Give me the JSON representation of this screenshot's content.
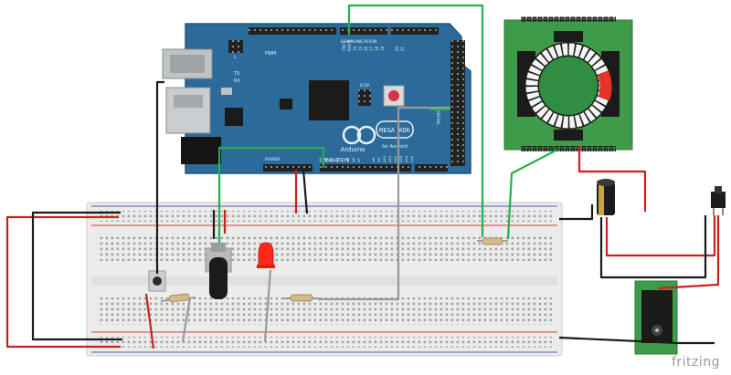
{
  "board": {
    "name": "MEGA ADK",
    "subtitle": "for Android",
    "brand": "Arduino",
    "header_left_label": "PWM",
    "header_top_label": "COMMUNICATION",
    "header_analog_label": "ANALOG IN",
    "header_power_label": "POWER",
    "header_digital_label": "DIGITAL",
    "tx_label": "TX",
    "rx_label": "RX",
    "l_label": "L",
    "icsp_label": "ICSP",
    "pin_top": [
      "TX0 1",
      "RX0 0",
      "14",
      "15",
      "16",
      "17",
      "18",
      "19",
      "20",
      "21"
    ],
    "pin_analog": [
      "A0",
      "A1",
      "A2",
      "A3",
      "A4",
      "A5",
      "A6",
      "A7",
      "A8",
      "A9",
      "A10",
      "A11",
      "A12",
      "A13",
      "A14",
      "A15"
    ]
  },
  "watermark": "fritzing",
  "colors": {
    "board": "#2b6a99",
    "board_edge": "#1f5680",
    "breadboard": "#e9e9e9",
    "rail_red": "#d63a3a",
    "rail_blue": "#3f62ad",
    "wire_green": "#22b14c",
    "wire_red": "#cc1f1f",
    "wire_black": "#1a1a1a",
    "wire_gray": "#9a9a9a",
    "pcb_green": "#3e9b49",
    "led_ring_white": "#f4f4f4",
    "led_ring_red": "#e53426",
    "led_red": "#ff2a1a"
  }
}
